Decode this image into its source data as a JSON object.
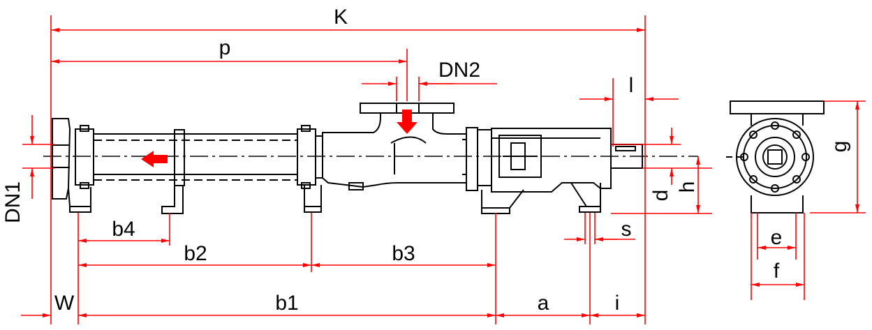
{
  "labels": {
    "K": "K",
    "p": "p",
    "DN2": "DN2",
    "l": "l",
    "g": "g",
    "DN1": "DN1",
    "d": "d",
    "h": "h",
    "s": "s",
    "e": "e",
    "f": "f",
    "b4": "b4",
    "b2": "b2",
    "b3": "b3",
    "W": "W",
    "b1": "b1",
    "a": "a",
    "i": "i"
  },
  "colors": {
    "dimension": "#ff0000",
    "outline": "#000000",
    "flow_arrow": "#ff0000",
    "background": "#ffffff"
  }
}
